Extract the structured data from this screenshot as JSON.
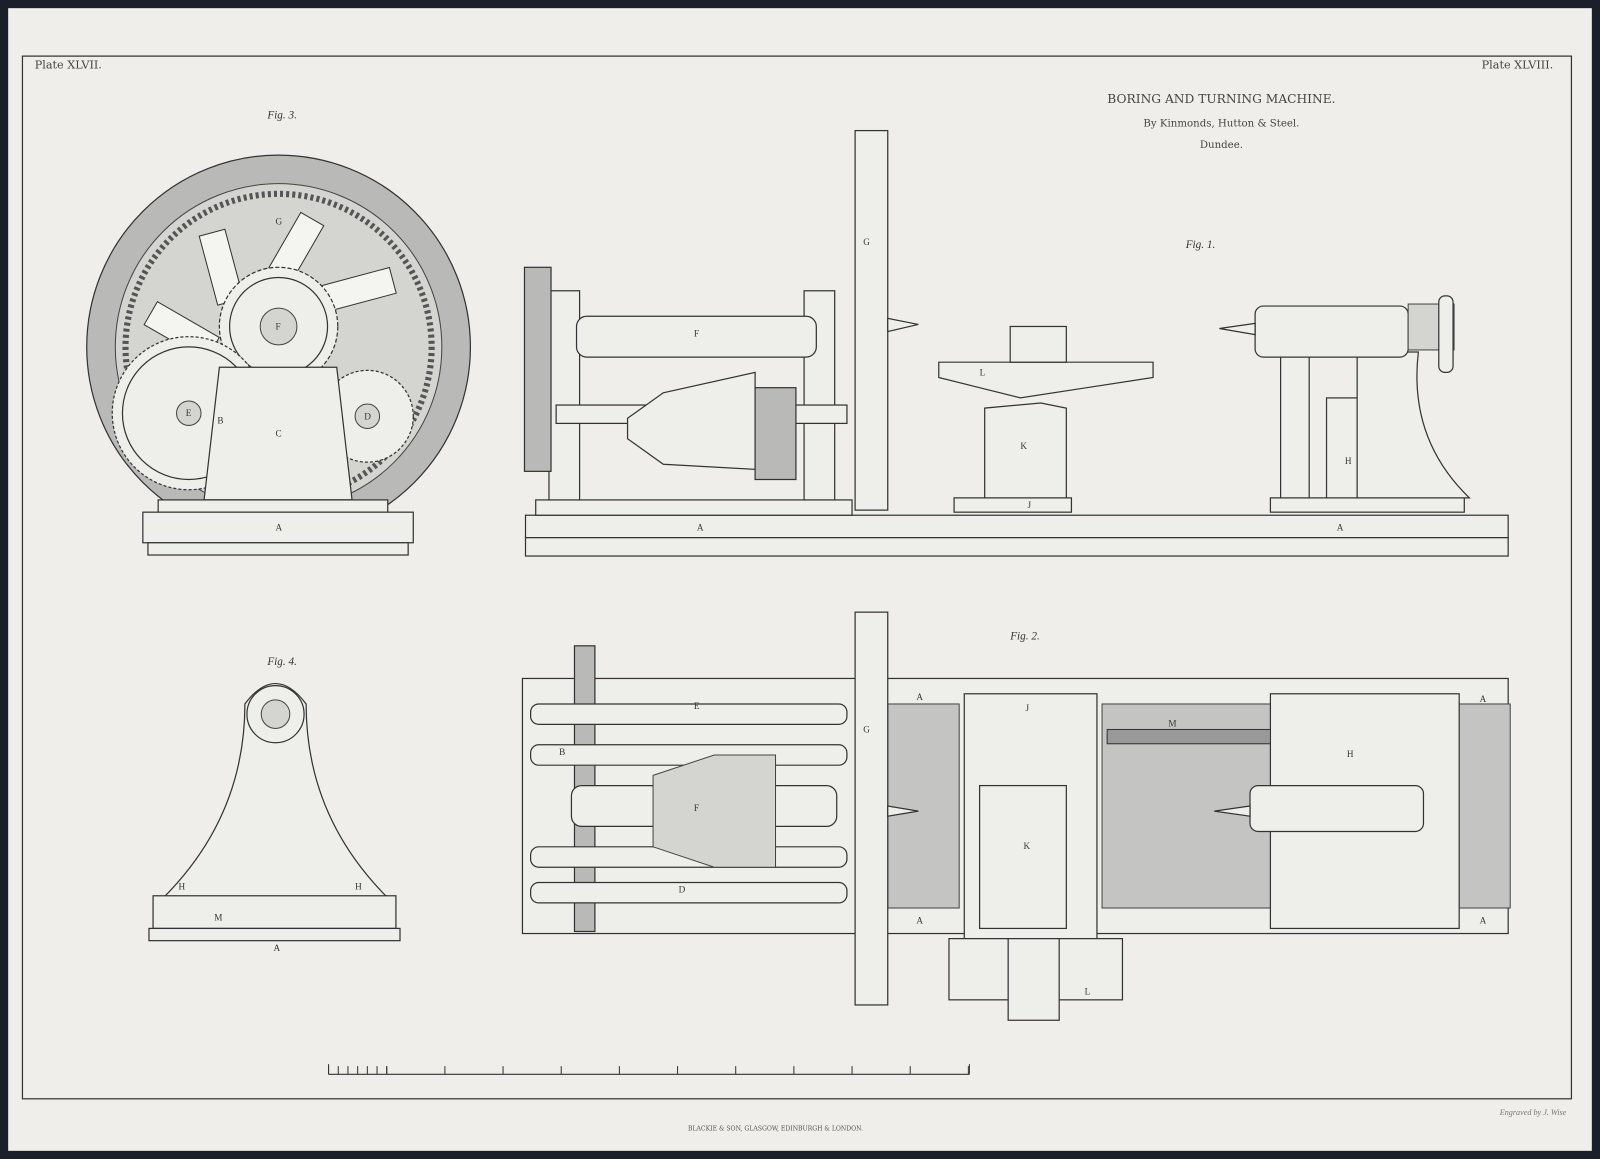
{
  "plate_left": "Plate XLVII.",
  "plate_right": "Plate XLVIII.",
  "title": "BORING AND TURNING MACHINE.",
  "subtitle": "By Kinmonds, Hutton & Steel.",
  "location": "Dundee.",
  "figures": {
    "fig1": "Fig. 1.",
    "fig2": "Fig. 2.",
    "fig3": "Fig. 3.",
    "fig4": "Fig. 4."
  },
  "part_labels": {
    "A": "A",
    "B": "B",
    "C": "C",
    "D": "D",
    "E": "E",
    "F": "F",
    "G": "G",
    "H": "H",
    "J": "J",
    "K": "K",
    "L": "L",
    "M": "M"
  },
  "publisher": "BLACKIE & SON, GLASGOW, EDINBURGH & LONDON.",
  "engraver": "Engraved by J. Wise",
  "colors": {
    "paper": "#efeeea",
    "frame": "#1a1f2a",
    "ink": "#333333"
  }
}
